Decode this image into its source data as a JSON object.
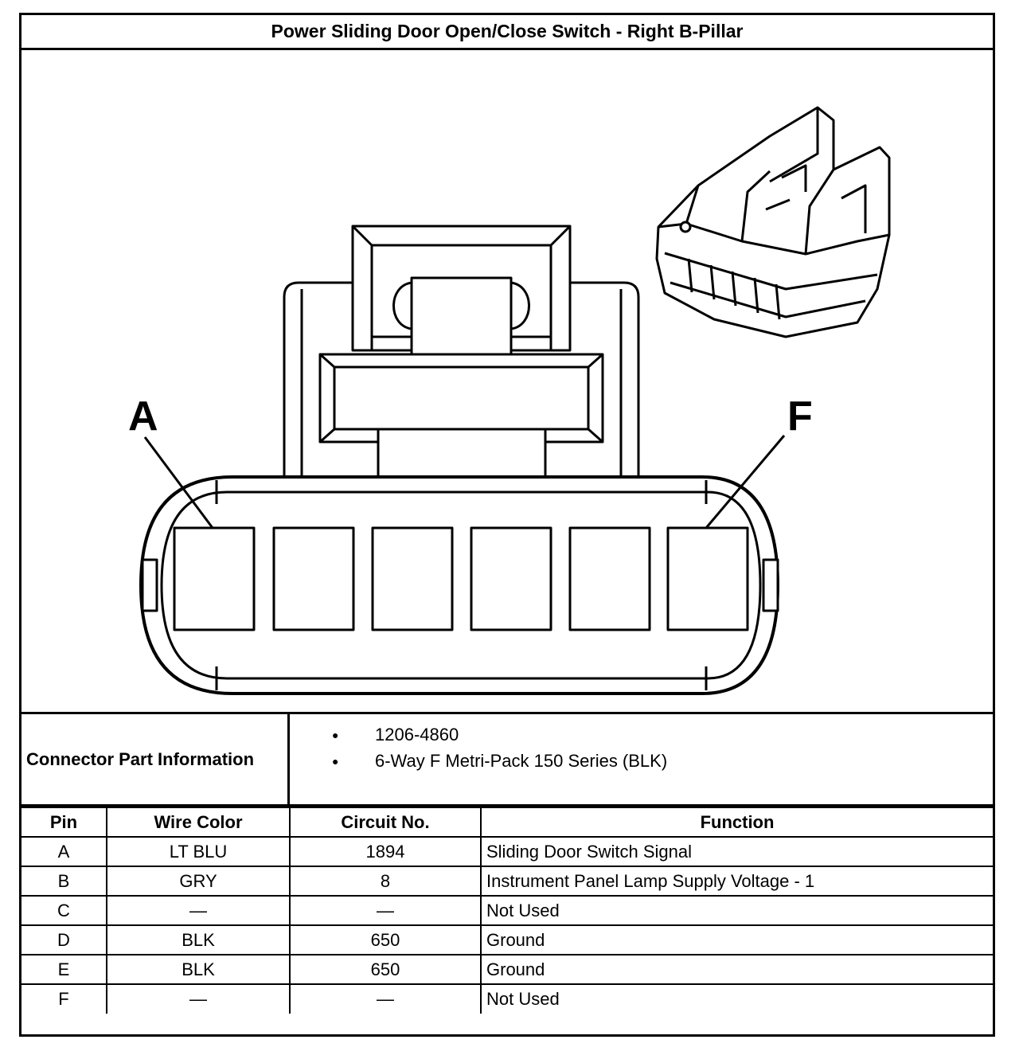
{
  "title": "Power Sliding Door Open/Close Switch - Right B-Pillar",
  "diagram": {
    "label_a": "A",
    "label_f": "F",
    "stroke_color": "#000000"
  },
  "connector_info": {
    "label": "Connector Part Information",
    "items": [
      "1206-4860",
      "6-Way F Metri-Pack 150 Series (BLK)"
    ]
  },
  "pin_table": {
    "headers": [
      "Pin",
      "Wire Color",
      "Circuit No.",
      "Function"
    ],
    "rows": [
      {
        "pin": "A",
        "wire_color": "LT BLU",
        "circuit": "1894",
        "function": "Sliding Door Switch Signal"
      },
      {
        "pin": "B",
        "wire_color": "GRY",
        "circuit": "8",
        "function": "Instrument Panel Lamp Supply Voltage - 1"
      },
      {
        "pin": "C",
        "wire_color": "—",
        "circuit": "—",
        "function": "Not Used"
      },
      {
        "pin": "D",
        "wire_color": "BLK",
        "circuit": "650",
        "function": "Ground"
      },
      {
        "pin": "E",
        "wire_color": "BLK",
        "circuit": "650",
        "function": "Ground"
      },
      {
        "pin": "F",
        "wire_color": "—",
        "circuit": "—",
        "function": "Not Used"
      }
    ]
  }
}
